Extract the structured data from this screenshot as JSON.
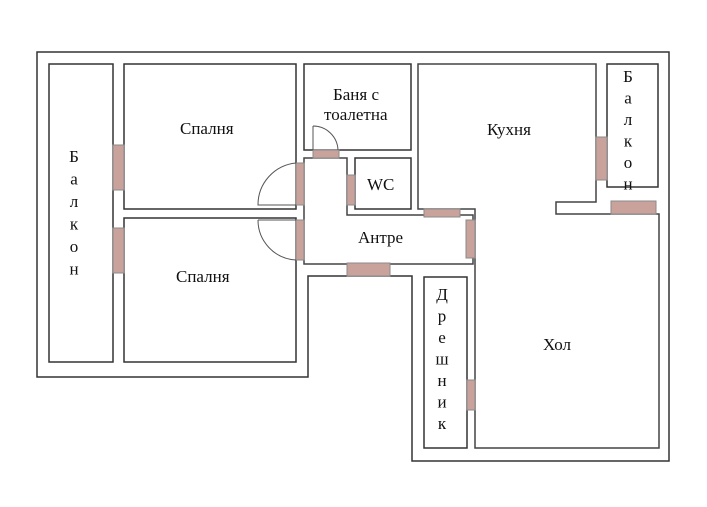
{
  "rooms": {
    "balcony_left": "Балкон",
    "bedroom_top": "Спалня",
    "bedroom_bottom": "Спалня",
    "bathroom_line1": "Баня с",
    "bathroom_line2": "тоалетна",
    "wc": "WC",
    "kitchen": "Кухня",
    "balcony_right": "Балкон",
    "hallway": "Антре",
    "closet": "Дрешник",
    "living_room": "Хол"
  },
  "colors": {
    "wall": "#333333",
    "door": "#c9a29c"
  }
}
